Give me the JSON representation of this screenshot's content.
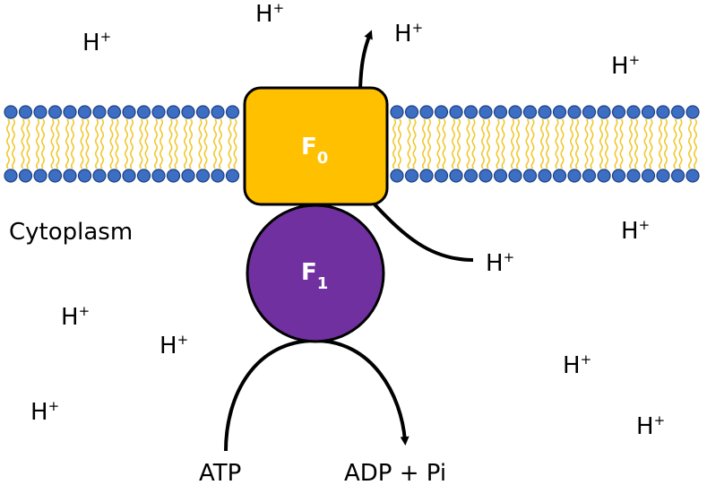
{
  "labels": {
    "cytoplasm": "Cytoplasm",
    "atp": "ATP",
    "adp_pi": "ADP + Pi",
    "f0_main": "F",
    "f0_sub": "0",
    "f1_main": "F",
    "f1_sub": "1",
    "proton_main": "H",
    "proton_sup": "+"
  },
  "protons": [
    {
      "name": "proton-top-center"
    },
    {
      "name": "proton-top-left"
    },
    {
      "name": "proton-exit-top"
    },
    {
      "name": "proton-top-right"
    },
    {
      "name": "proton-right-mid"
    },
    {
      "name": "proton-entry-right"
    },
    {
      "name": "proton-left-mid"
    },
    {
      "name": "proton-left-center"
    },
    {
      "name": "proton-left-bottom"
    },
    {
      "name": "proton-right-lower"
    },
    {
      "name": "proton-right-bottom"
    }
  ],
  "colors": {
    "head_blue": "#3c6fc4",
    "head_stroke": "#1f3f80",
    "tail_yellow": "#f2c830",
    "f0_fill": "#ffc000",
    "f1_fill": "#7030a0",
    "outline": "#000000"
  }
}
